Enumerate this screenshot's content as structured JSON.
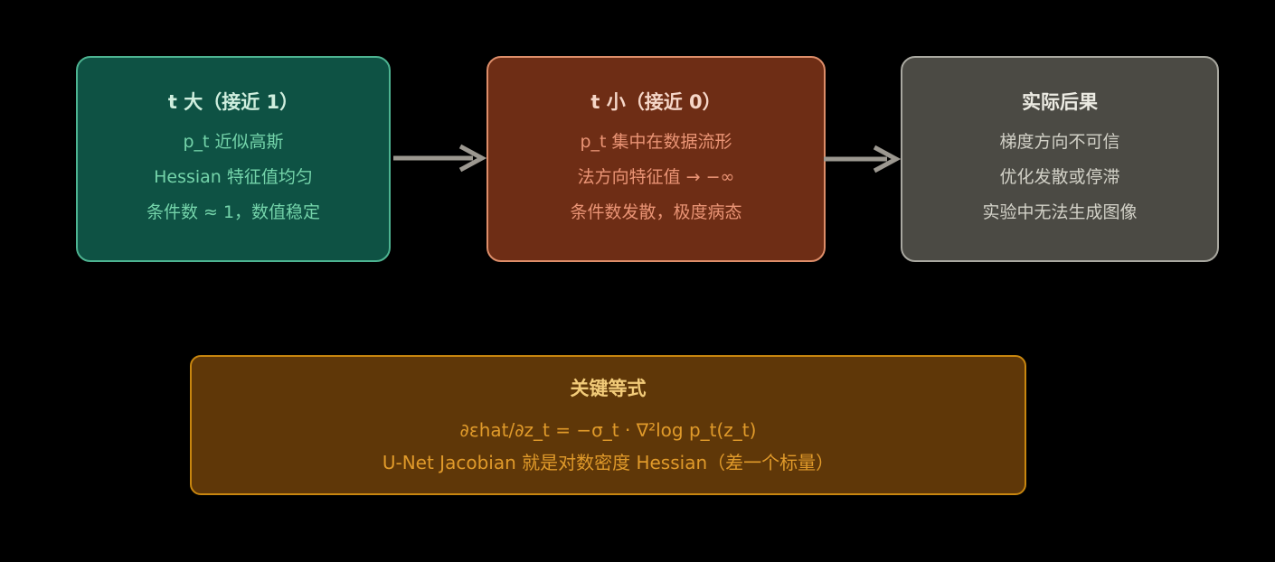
{
  "canvas": {
    "background": "#000000"
  },
  "flow": {
    "arrow_color": "#9c9890",
    "nodes": [
      {
        "id": "t-large",
        "title": "t 大（接近 1）",
        "lines": [
          "p_t 近似高斯",
          "Hessian 特征值均匀",
          "条件数 ≈ 1，数值稳定"
        ],
        "colors": {
          "fill": "#0e5244",
          "border": "#4db391",
          "title": "#cfeede",
          "text": "#74d4aa"
        }
      },
      {
        "id": "t-small",
        "title": "t 小（接近 0）",
        "lines": [
          "p_t 集中在数据流形",
          "法方向特征值 → −∞",
          "条件数发散，极度病态"
        ],
        "colors": {
          "fill": "#6e2d15",
          "border": "#dd8d69",
          "title": "#f5d6c8",
          "text": "#ea9475"
        }
      },
      {
        "id": "consequences",
        "title": "实际后果",
        "lines": [
          "梯度方向不可信",
          "优化发散或停滞",
          "实验中无法生成图像"
        ],
        "colors": {
          "fill": "#4b4a44",
          "border": "#a9a8a0",
          "title": "#ecebe3",
          "text": "#d2d1c7"
        }
      }
    ]
  },
  "key_equation": {
    "title": "关键等式",
    "lines": [
      "∂εhat/∂z_t = −σ_t · ∇²log p_t(z_t)",
      "U-Net Jacobian 就是对数密度 Hessian（差一个标量）"
    ],
    "colors": {
      "fill": "#5f3708",
      "border": "#c8860f",
      "title": "#f2cb79",
      "text": "#e09a2a"
    }
  }
}
